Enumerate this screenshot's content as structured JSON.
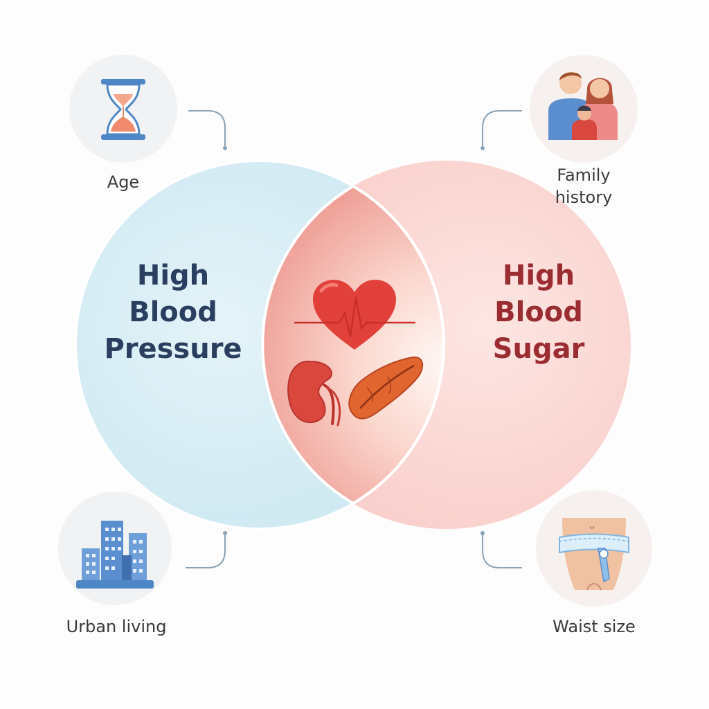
{
  "venn": {
    "left": {
      "title": [
        "High",
        "Blood",
        "Pressure"
      ],
      "fill": "#d6edf4",
      "text_color": "#2a3f5f"
    },
    "right": {
      "title": [
        "High",
        "Blood",
        "Sugar"
      ],
      "fill": "#fbd9d6",
      "text_color": "#9b2d32"
    },
    "overlap": {
      "fill": "#f3a8a0",
      "icons": [
        "heart-rate-icon",
        "kidney-icon",
        "pancreas-icon"
      ]
    }
  },
  "factors": [
    {
      "id": "age",
      "label": "Age",
      "icon": "hourglass-icon"
    },
    {
      "id": "family",
      "label": "Family history",
      "icon": "family-icon"
    },
    {
      "id": "urban",
      "label": "Urban living",
      "icon": "city-buildings-icon"
    },
    {
      "id": "waist",
      "label": "Waist size",
      "icon": "waist-measure-icon"
    }
  ],
  "colors": {
    "connector": "#8aa3b5",
    "badge_bg": "#f2f3f5",
    "badge_bg_warm": "#f7f2ef"
  }
}
